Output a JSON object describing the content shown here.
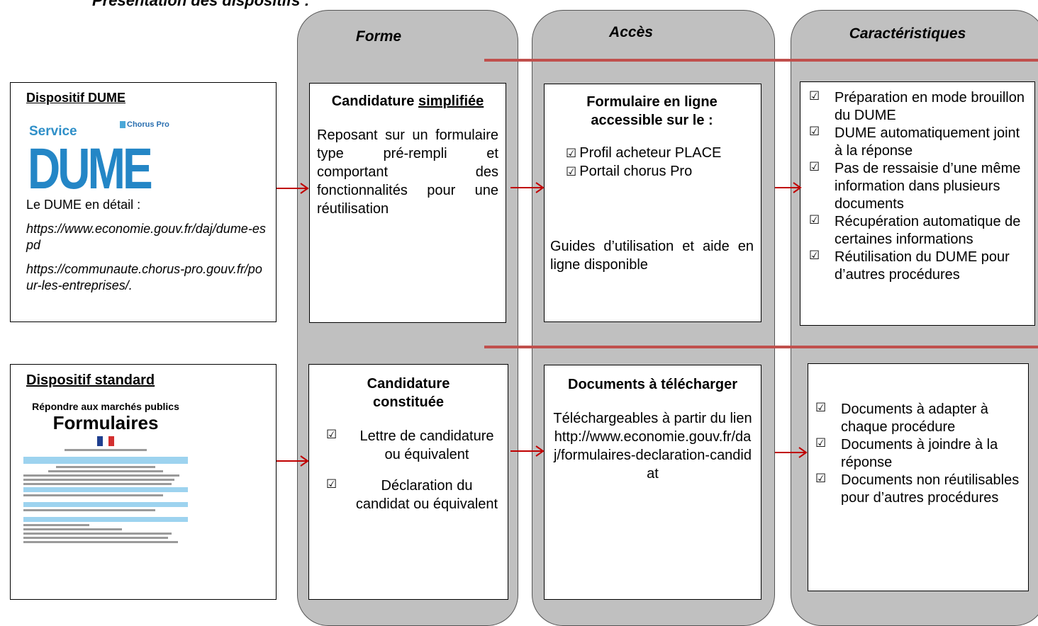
{
  "title": "Présentation des dispositifs :",
  "columns": {
    "forme": "Forme",
    "acces": "Accès",
    "caracteristiques": "Caractéristiques"
  },
  "dume_box": {
    "heading": "Dispositif DUME",
    "logo_service": "Service",
    "logo_chorus": "Chorus Pro",
    "logo_main": "DUME",
    "detail_label": "Le DUME en détail :",
    "url1": "https://www.economie.gouv.fr/daj/dume-espd",
    "url2": "https://communaute.chorus-pro.gouv.fr/pour-les-entreprises/."
  },
  "standard_box": {
    "heading": "Dispositif standard",
    "thumb_line1": "Répondre aux marchés publics",
    "thumb_line2": "Formulaires"
  },
  "forme_dume": {
    "title_plain": "Candidature ",
    "title_underlined": "simplifiée",
    "body": "Reposant sur un formulaire type pré-rempli et comportant des fonctionnalités pour une réutilisation"
  },
  "acces_dume": {
    "title": "Formulaire en ligne accessible sur le :",
    "items": [
      "Profil acheteur PLACE",
      "Portail chorus Pro"
    ],
    "guides": "Guides d’utilisation et aide en ligne disponible"
  },
  "carac_dume": {
    "items": [
      "Préparation en mode brouillon du DUME",
      "DUME automatiquement joint à la réponse",
      "Pas de ressaisie d’une même information dans plusieurs documents",
      "Récupération automatique de certaines informations",
      "Réutilisation du DUME pour d’autres procédures"
    ]
  },
  "forme_std": {
    "title": "Candidature constituée",
    "items": [
      "Lettre de candidature ou équivalent",
      "Déclaration du candidat ou équivalent"
    ]
  },
  "acces_std": {
    "title": "Documents à télécharger",
    "body": "Téléchargeables à partir du lien http://www.economie.gouv.fr/daj/formulaires-declaration-candidat"
  },
  "carac_std": {
    "items": [
      "Documents à adapter à chaque procédure",
      "Documents à joindre à la réponse",
      "Documents non réutilisables pour d’autres procédures"
    ]
  },
  "colors": {
    "red_line": "#c0504d",
    "column_fill": "#c0c0c0",
    "dume_blue": "#2486c6",
    "arrow": "#c00000"
  }
}
